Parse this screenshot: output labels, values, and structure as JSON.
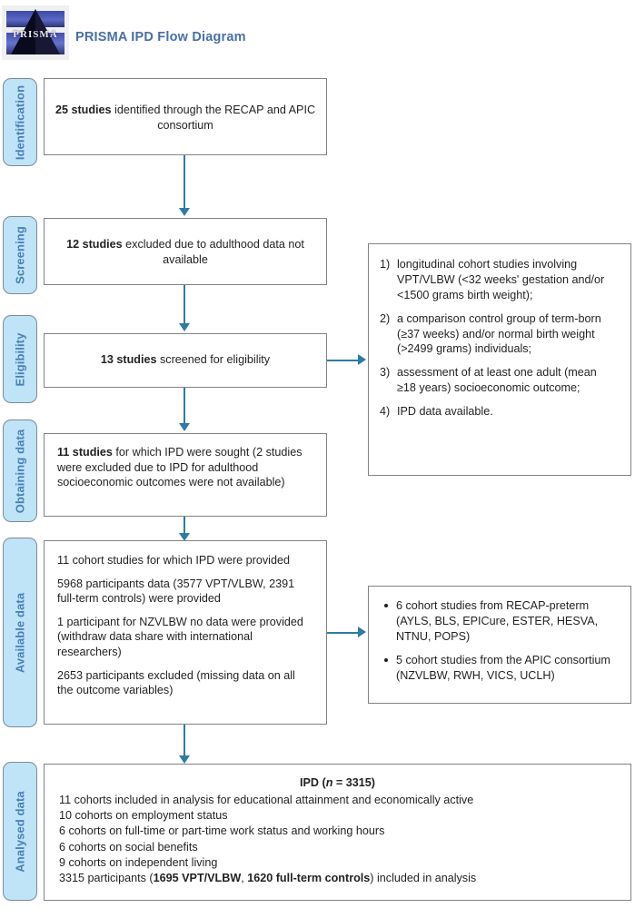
{
  "header": {
    "logo_text": "PRISMA",
    "logo_name": "prisma-logo",
    "title": "PRISMA IPD Flow Diagram"
  },
  "phases": [
    {
      "id": "identification",
      "label": "Identification"
    },
    {
      "id": "screening",
      "label": "Screening"
    },
    {
      "id": "eligibility",
      "label": "Eligibility"
    },
    {
      "id": "obtaining",
      "label": "Obtaining data"
    },
    {
      "id": "available",
      "label": "Available data"
    },
    {
      "id": "analysed",
      "label": "Analysed data"
    }
  ],
  "boxes": {
    "identified": {
      "bold": "25 studies",
      "rest": " identified through the RECAP and APIC consortium"
    },
    "excluded": {
      "bold": "12 studies",
      "rest": " excluded due to adulthood data not available"
    },
    "screened": {
      "bold": "13 studies",
      "rest": " screened for eligibility"
    },
    "ipd_sought": {
      "bold": "11 studies",
      "rest": " for which IPD were sought (2 studies were excluded due to IPD for adulthood socioeconomic outcomes were not available)"
    },
    "available_data": {
      "lines": [
        "11 cohort studies for which IPD were provided",
        "5968 participants data (3577 VPT/VLBW, 2391 full-term controls) were provided",
        "1 participant for NZVLBW no data were provided (withdraw data share with international researchers)",
        "2653 participants excluded (missing data on all the outcome variables)"
      ]
    },
    "criteria": {
      "items": [
        {
          "num": "1)",
          "text": "longitudinal cohort studies involving VPT/VLBW (<32 weeks' gestation and/or <1500 grams birth weight);"
        },
        {
          "num": "2)",
          "text": "a comparison control group of term-born (≥37 weeks) and/or normal birth weight (>2499 grams) individuals;"
        },
        {
          "num": "3)",
          "text": "assessment of at least one adult (mean ≥18 years) socioeconomic outcome;"
        },
        {
          "num": "4)",
          "text": "IPD data available."
        }
      ]
    },
    "cohorts": {
      "items": [
        "6 cohort studies from RECAP-preterm (AYLS, BLS, EPICure, ESTER, HESVA, NTNU, POPS)",
        "5 cohort studies from the APIC consortium (NZVLBW, RWH, VICS, UCLH)"
      ]
    },
    "analysed": {
      "title_pre": "IPD (",
      "title_ital": "n",
      "title_post": " = 3315)",
      "lines": [
        "11 cohorts included in analysis for educational attainment and economically active",
        "10 cohorts on employment status",
        "6 cohorts on full-time or part-time work status and working hours",
        "6 cohorts on social benefits",
        "9 cohorts on independent living"
      ],
      "final_pre": "3315 participants (",
      "final_bold1": "1695 VPT/VLBW",
      "final_mid": ", ",
      "final_bold2": "1620 full-term controls",
      "final_post": ") included in analysis"
    }
  },
  "colors": {
    "arrow": "#2e7ba6",
    "phase_fill": "#bfe3f7",
    "phase_text": "#4a7fb5",
    "box_border": "#808285",
    "title": "#4a6fa5"
  }
}
